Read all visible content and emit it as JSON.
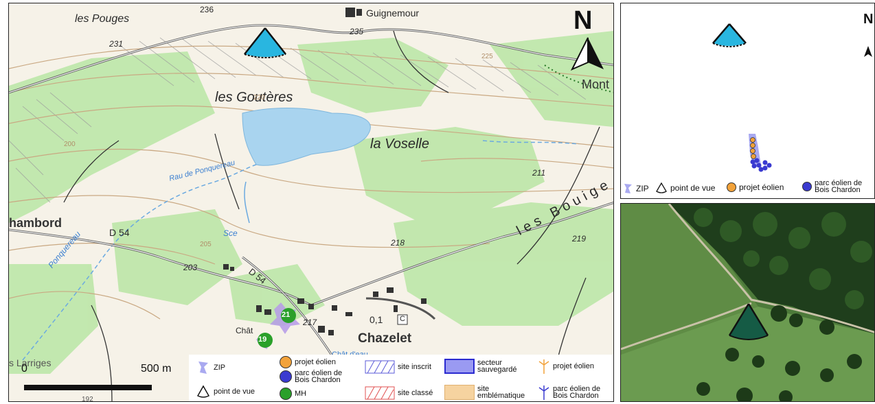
{
  "main_map": {
    "place_labels": {
      "les_pouges": "les Pouges",
      "guignemour": "Guignemour",
      "les_gouteres": "les Goutères",
      "la_voselle": "la Voselle",
      "rau_de_ponquereau": "Rau de Ponquereau",
      "ponquereau": "Ponquereau",
      "chambord": "hambord",
      "d54_west": "D 54",
      "d54_south": "D 54",
      "sce": "Sce",
      "les_bouiges": "les Bouige",
      "chazelet": "Chazelet",
      "chat": "Chât",
      "chat_deau": "Chât.d'eau",
      "larriges": "s Larriges",
      "mont": "Mont",
      "c_box": "C",
      "nr01": "0,1"
    },
    "elevations": {
      "e236": "236",
      "e235": "235",
      "e231": "231",
      "e225": "225",
      "e211": "211",
      "e218": "218",
      "e219": "219",
      "e203": "203",
      "e217": "217",
      "e200": "200",
      "e220": "220",
      "e205": "205",
      "e192": "192"
    },
    "mh_markers": [
      "21",
      "19"
    ],
    "north_label": "N",
    "scale_bar": {
      "start": "0",
      "end": "500 m"
    },
    "legend": {
      "zip": "ZIP",
      "point_de_vue": "point de vue",
      "projet_eolien": "projet éolien",
      "parc_line1": "parc éolien de",
      "parc_line2": "Bois Chardon",
      "mh": "MH",
      "site_inscrit": "site inscrit",
      "site_classe": "site classé",
      "secteur_line1": "secteur",
      "secteur_line2": "sauvegardé",
      "site_line1": "site",
      "site_line2": "emblématique",
      "projet_eolien_turbine": "projet éolien",
      "parc_turbine_line1": "parc éolien de",
      "parc_turbine_line2": "Bois Chardon"
    }
  },
  "overview": {
    "north_label": "N",
    "legend": {
      "zip": "ZIP",
      "point_de_vue": "point de vue",
      "projet_eolien": "projet éolien",
      "parc_line1": "parc éolien de",
      "parc_line2": "Bois Chardon"
    }
  },
  "colors": {
    "viewpoint_fill": "#29b6e0",
    "zip": "#a9a9f0",
    "projet_eolien": "#f2a23a",
    "parc_eolien": "#3a3ad0",
    "mh": "#2aa02a",
    "water": "#a9d4ef",
    "forest": "#b9e6a4",
    "contour": "#c9a882",
    "road": "#555555",
    "aerial_viewpoint": "#155b45"
  }
}
